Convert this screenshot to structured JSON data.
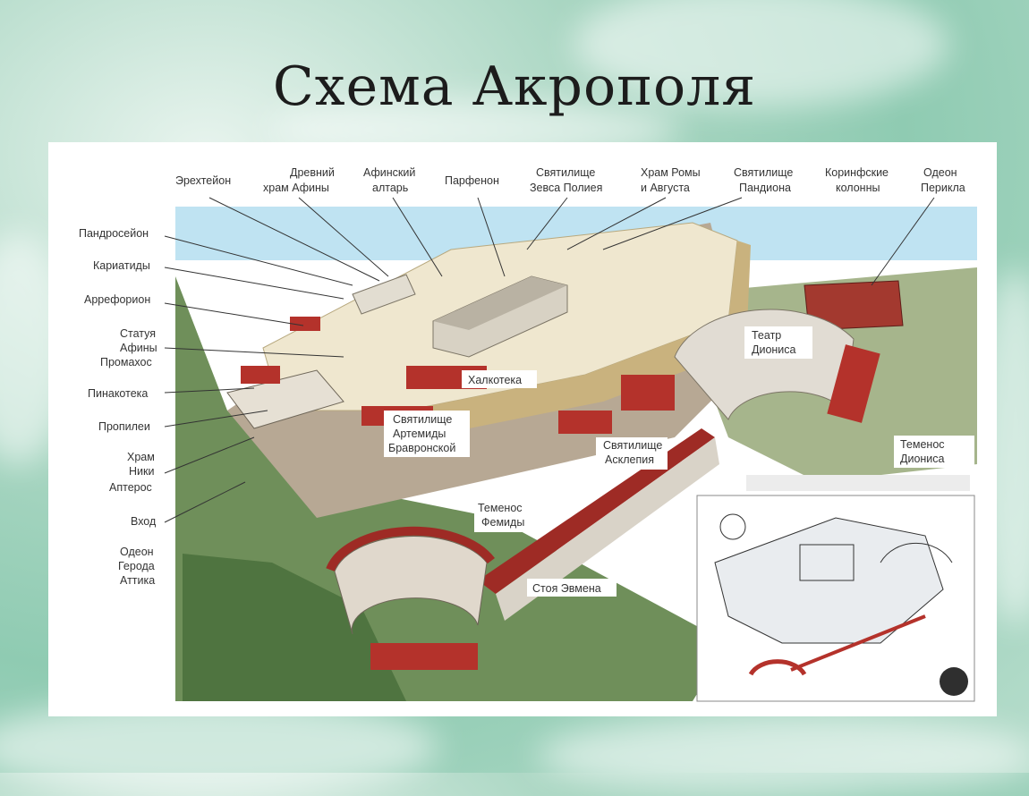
{
  "title": "Схема Акрополя",
  "labels": {
    "erechtheion": "Эрехтейон",
    "old_temple_1": "Древний",
    "old_temple_2": "храм Афины",
    "altar_1": "Афинский",
    "altar_2": "алтарь",
    "parthenon": "Парфенон",
    "zeus_1": "Святилище",
    "zeus_2": "Зевса Полиея",
    "roma_1": "Храм Ромы",
    "roma_2": "и Августа",
    "pandion_1": "Святилище",
    "pandion_2": "Пандиона",
    "corinth_1": "Коринфские",
    "corinth_2": "колонны",
    "odeon_pericles_1": "Одеон",
    "odeon_pericles_2": "Перикла",
    "pandroseion": "Пандросейон",
    "caryatids": "Кариатиды",
    "arrephorion": "Арреforion",
    "statue_1": "Статуя",
    "statue_2": "Афины",
    "statue_3": "Промахос",
    "pinakotheke": "Пинакотека",
    "propylaea": "Пропилеи",
    "nike_1": "Храм",
    "nike_2": "Ники",
    "nike_3": "Аптерос",
    "entrance": "Вход",
    "herodes_1": "Одеон",
    "herodes_2": "Герода",
    "herodes_3": "Аттика",
    "chalkotheke": "Халкотека",
    "artemis_1": "Святилище",
    "artemis_2": "Артемиды",
    "artemis_3": "Бравронской",
    "asclepius_1": "Святилище",
    "asclepius_2": "Асклепия",
    "themis_1": "Теменос",
    "themis_2": "Фемиды",
    "eumenes": "Стоя Эвмена",
    "dionysus_theatre_1": "Театр",
    "dionysus_theatre_2": "Диониса",
    "dionysus_temenos_1": "Теменос",
    "dionysus_temenos_2": "Диониса"
  }
}
